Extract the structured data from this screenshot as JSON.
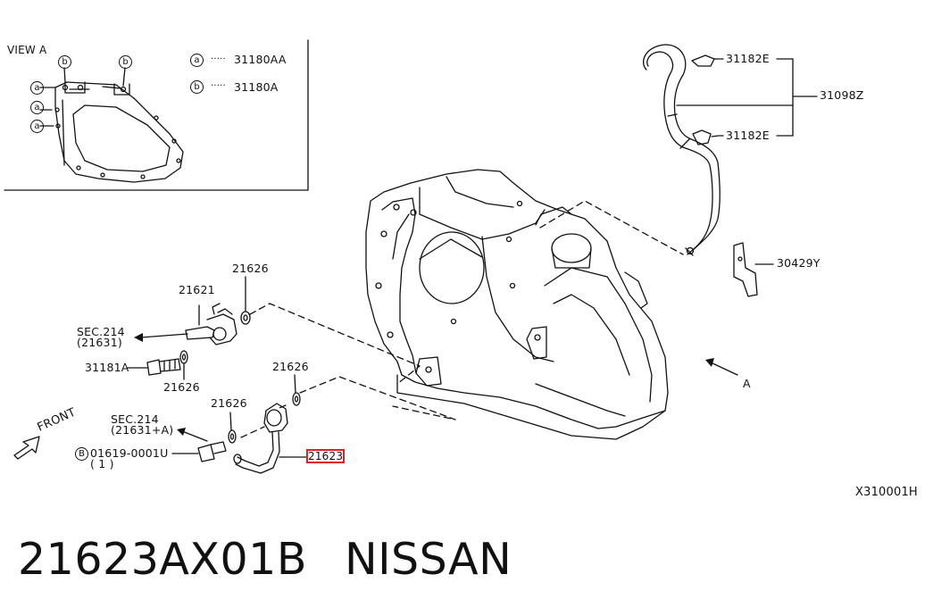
{
  "inset": {
    "title": "VIEW A",
    "legend": [
      {
        "letter": "a",
        "dots": "·····",
        "part": "31180AA"
      },
      {
        "letter": "b",
        "dots": "·····",
        "part": "31180A"
      }
    ],
    "markers": [
      "b",
      "b",
      "a",
      "a",
      "a"
    ]
  },
  "callouts": {
    "p31182e_top": "31182E",
    "p31182e_bottom": "31182E",
    "p31098z": "31098Z",
    "p30429y": "30429Y",
    "p21621": "21621",
    "p21626_a": "21626",
    "p21626_b": "21626",
    "p21626_c": "21626",
    "p21626_d": "21626",
    "p31181a": "31181A",
    "sec_a_line1": "SEC.214",
    "sec_a_line2": "(21631)",
    "sec_b_line1": "SEC.214",
    "sec_b_line2": "(21631+A)",
    "bolt_letter": "B",
    "bolt_part": "01619-0001U",
    "bolt_qty": "( 1 )",
    "highlight_part": "21623",
    "arrow_a": "A",
    "front": "FRONT"
  },
  "figure_code": "X310001H",
  "caption": {
    "part_number": "21623AX01B",
    "brand": "NISSAN"
  },
  "colors": {
    "line": "#111111",
    "highlight": "#e02020",
    "background": "#ffffff"
  }
}
